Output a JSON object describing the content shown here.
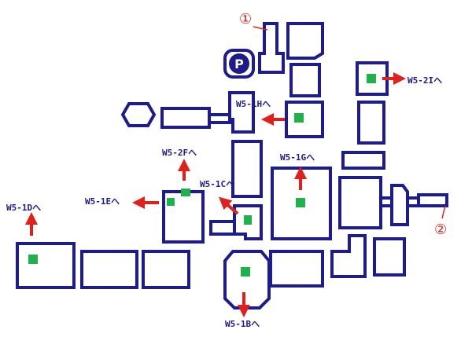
{
  "colors": {
    "wall": "#1c1c8c",
    "floor": "#ffffff",
    "marker": "#21b14b",
    "arrow": "#e0201a"
  },
  "icon": "parking-sign-icon",
  "labels": {
    "w5_1h": "W5-1Hへ",
    "w5_2i": "W5-2Iへ",
    "w5_2f": "W5-2Fへ",
    "w5_1g": "W5-1Gへ",
    "w5_1c": "W5-1Cへ",
    "w5_1d": "W5-1Dへ",
    "w5_1e": "W5-1Eへ",
    "w5_1b": "W5-1Bへ"
  },
  "points": {
    "p1": "①",
    "p2": "②"
  },
  "sign": {
    "letter": "P"
  }
}
